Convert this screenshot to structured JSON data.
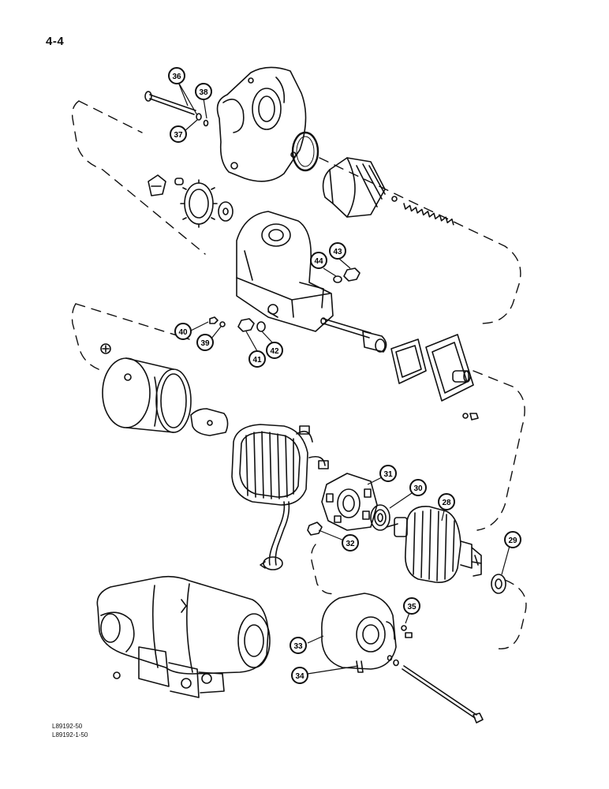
{
  "page_number": "4-4",
  "drawing_codes": [
    "L89192-50",
    "L89192-1-50"
  ],
  "callouts": [
    "36",
    "38",
    "37",
    "44",
    "43",
    "40",
    "39",
    "41",
    "42",
    "31",
    "30",
    "28",
    "32",
    "29",
    "35",
    "33",
    "34"
  ]
}
